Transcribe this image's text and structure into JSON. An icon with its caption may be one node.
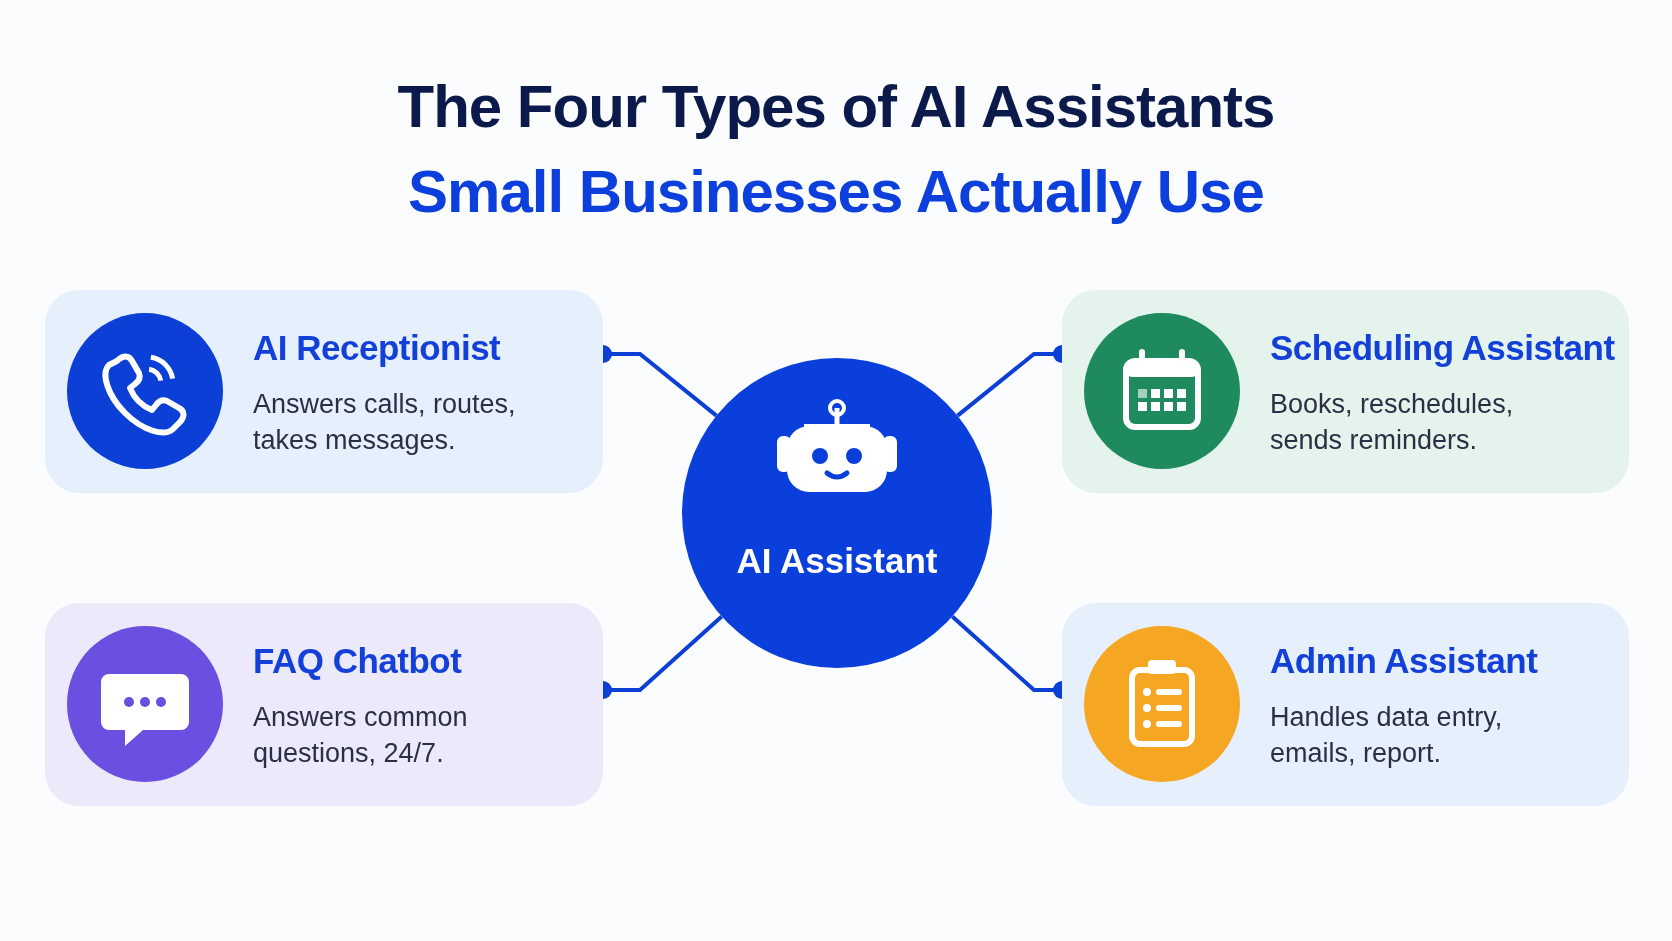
{
  "diagram": {
    "title": "The Four Types of AI Assistants",
    "nodes": [
      {
        "text": [
          "AI Receptionist",
          "Answers calls, routes, takes messages."
        ]
      },
      {
        "text": [
          "Scheduling Assistant",
          "Books, reschedules, sends reminders."
        ]
      },
      {
        "text": [
          "AI Assistant"
        ]
      },
      {
        "text": [
          "FAQ Chatbot",
          "Answers common questions, 24/7."
        ]
      },
      {
        "text": [
          "Admin Assistant",
          "Handles data entry, emails, report."
        ]
      }
    ],
    "edges": [
      {
        "from": 0,
        "to": 2,
        "arrow": "other"
      },
      {
        "from": 1,
        "to": 2,
        "arrow": "other"
      },
      {
        "from": 3,
        "to": 2,
        "arrow": "other"
      },
      {
        "from": 4,
        "to": 2,
        "arrow": "other"
      }
    ],
    "labels": [
      "Small Businesses Actually Use"
    ]
  }
}
